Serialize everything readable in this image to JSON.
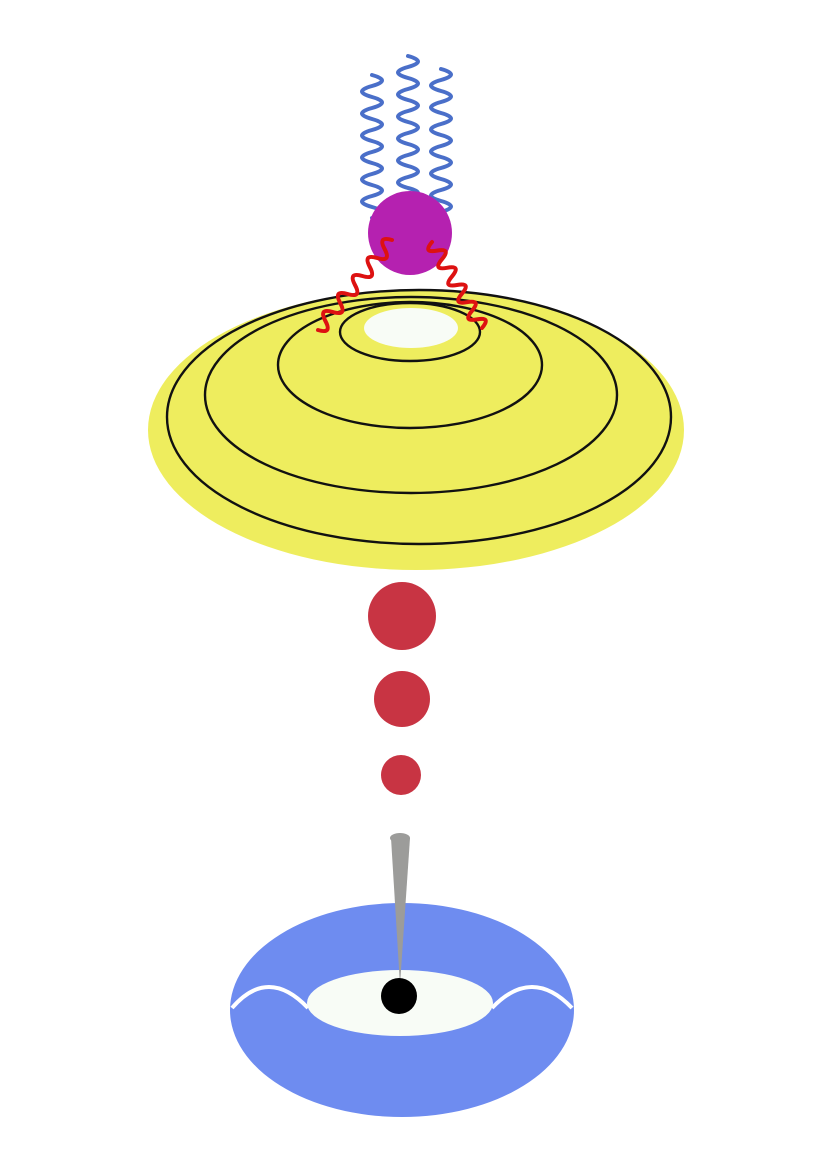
{
  "colors": {
    "background": "#ffffff",
    "photon_wave": "#4a6fc9",
    "photon_wave_red": "#dd1111",
    "central_particle": "#b521b0",
    "disc_fill": "#eeed5e",
    "disc_hole": "#f8fcf6",
    "ring_stroke": "#111111",
    "drop": "#c83443",
    "jet": "#9c9c9a",
    "torus_fill": "#6e8cf0",
    "torus_hole": "#f8fcf6",
    "torus_arc": "#ffffff",
    "black_hole": "#000000"
  },
  "elements": {
    "blue_waves": 3,
    "red_waves": 2,
    "disc_rings": 4,
    "drops": 3
  }
}
